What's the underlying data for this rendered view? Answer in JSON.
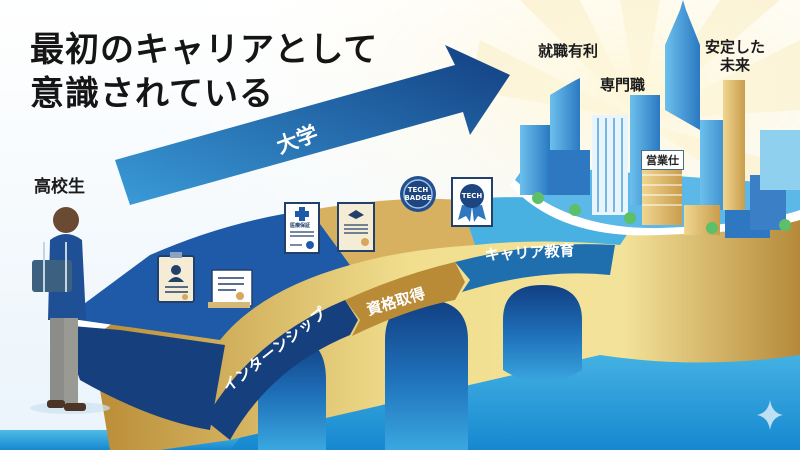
{
  "title": {
    "line1": "最初のキャリアとして",
    "line2": "意識されている"
  },
  "student": {
    "label": "高校生"
  },
  "arrow": {
    "label": "大学"
  },
  "bridge": {
    "segments": [
      {
        "label": "インターンシップ",
        "color": "#163f7e"
      },
      {
        "label": "資格取得",
        "color": "#b98b36"
      },
      {
        "label": "キャリア教育",
        "color": "#1f6fae"
      }
    ]
  },
  "documents": [
    {
      "name": "resume-clipboard"
    },
    {
      "name": "certificate-scroll"
    },
    {
      "name": "medical-license",
      "text": "医療保証"
    },
    {
      "name": "graduation-certificate"
    }
  ],
  "badges": [
    {
      "line1": "TECH",
      "line2": "BADGE"
    },
    {
      "line1": "TECH",
      "line2": ""
    }
  ],
  "city": {
    "labels": [
      {
        "text": "就職有利"
      },
      {
        "text": "専門職"
      },
      {
        "line1": "安定した",
        "line2": "未来"
      }
    ],
    "sign": "営業仕"
  },
  "colors": {
    "navy": "#163f7e",
    "blue": "#1f6fae",
    "sky": "#2aa3dd",
    "gold": "#c9a24a",
    "gold_light": "#f1df8e",
    "water": "#1e9bd8"
  }
}
